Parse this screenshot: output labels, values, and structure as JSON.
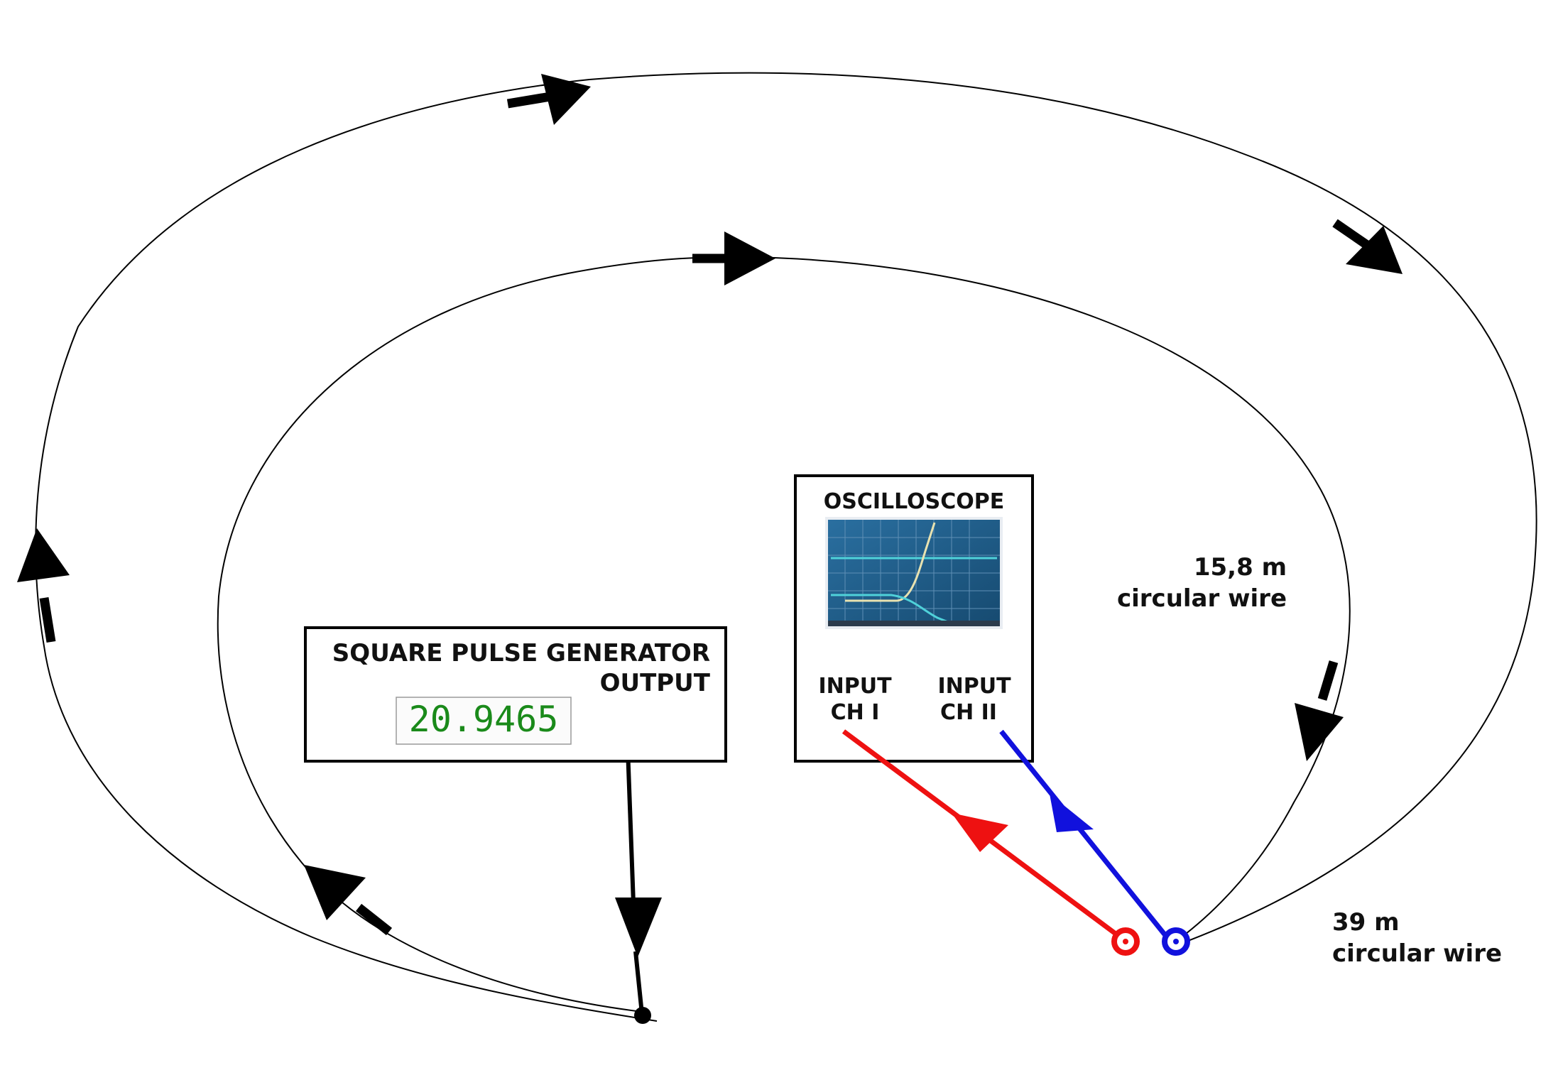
{
  "generator": {
    "title_line1": "SQUARE PULSE GENERATOR",
    "title_line2": "OUTPUT",
    "display_value": "20.9465",
    "display_color": "#1a8a1a"
  },
  "oscilloscope": {
    "title": "OSCILLOSCOPE",
    "input1_line1": "INPUT",
    "input1_line2": "CH I",
    "input2_line1": "INPUT",
    "input2_line2": "CH II"
  },
  "wires": {
    "inner_length": "15,8 m",
    "inner_label": "circular wire",
    "outer_length": "39 m",
    "outer_label": "circular wire"
  },
  "colors": {
    "ch1_probe": "#ee1111",
    "ch2_probe": "#1111dd",
    "wire": "#000000",
    "screen_bg": "#1f5f8a",
    "trace": "#e8e2b0",
    "trace2": "#4fd1d9"
  }
}
